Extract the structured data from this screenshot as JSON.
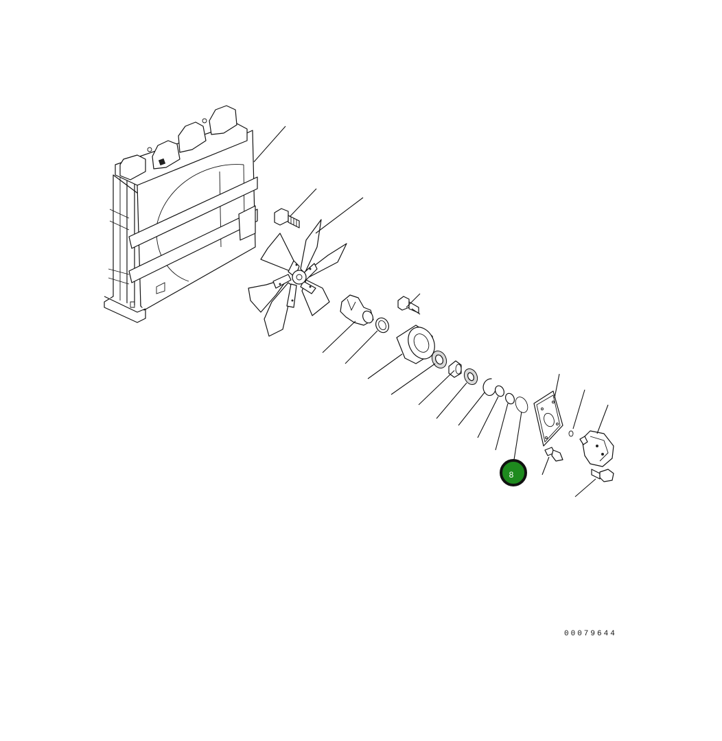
{
  "diagram": {
    "drawing_number": "00079644",
    "callouts": [
      {
        "label": "8",
        "color": "#1e8a1e"
      }
    ],
    "parts": [
      "radiator-assembly",
      "fan-bolt",
      "fan",
      "fan-hub",
      "pulley-bolt",
      "spacer-ring",
      "pulley-housing",
      "bearing",
      "bushing",
      "bearing-2",
      "snap-ring",
      "seal-ring",
      "retaining-ring",
      "o-ring",
      "mounting-plate",
      "small-o-ring",
      "hydraulic-motor",
      "plate-bolt",
      "motor-bolt"
    ]
  }
}
